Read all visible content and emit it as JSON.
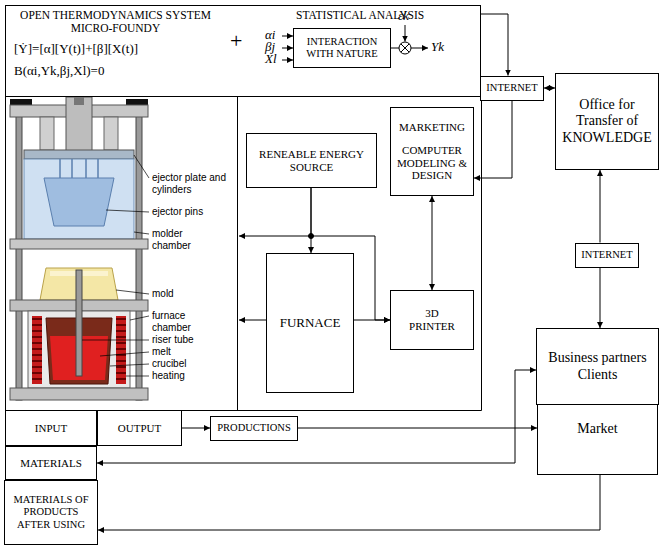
{
  "diagram": {
    "nodes": [
      {
        "text": [
          "OPEN THERMODYNAMICS SYSTEM MICRO-FOUNDY",
          "[Ẏ]=[α][Y(t)]+[β][X(t)]",
          "B(αi,Yk,βj,Xl)=0",
          "+",
          "STATISTICAL ANALYSIS"
        ]
      },
      {
        "text": [
          "INTERACTION WITH NATURE"
        ],
        "in": 0
      },
      {
        "text": [
          "INTERNET"
        ]
      },
      {
        "text": [
          "Office for Transfer of KNOWLEDGE"
        ]
      },
      {
        "text": [
          "RENEABLE ENERGY SOURCE"
        ]
      },
      {
        "text": [
          "MARKETING",
          "COMPUTER MODELING & DESIGN"
        ]
      },
      {
        "text": [
          "FURNACE"
        ]
      },
      {
        "text": [
          "3D PRINTER"
        ]
      },
      {
        "text": [
          "INTERNET"
        ]
      },
      {
        "text": [
          "Business partners Clients"
        ]
      },
      {
        "text": [
          "INPUT"
        ]
      },
      {
        "text": [
          "OUTPUT"
        ]
      },
      {
        "text": [
          "PRODUCTIONS"
        ]
      },
      {
        "text": [
          "Market"
        ]
      },
      {
        "text": [
          "MATERIALS"
        ]
      },
      {
        "text": [
          "MATERIALS OF PRODUCTS AFTER USING"
        ]
      }
    ],
    "edges": [
      {
        "from": 0,
        "to": 2,
        "arrow": "to"
      },
      {
        "from": 2,
        "to": 3,
        "arrow": "both"
      },
      {
        "from": 2,
        "to": 5,
        "arrow": "to"
      },
      {
        "from": 4,
        "to": 6,
        "arrow": "to"
      },
      {
        "from": 4,
        "to": 7,
        "arrow": "to"
      },
      {
        "from": 5,
        "to": 7,
        "arrow": "both"
      },
      {
        "from": 6,
        "to": 7,
        "arrow": "to"
      },
      {
        "from": 8,
        "to": 3,
        "arrow": "to"
      },
      {
        "from": 8,
        "to": 9,
        "arrow": "to"
      },
      {
        "from": 11,
        "to": 12,
        "arrow": "to"
      },
      {
        "from": 12,
        "to": 13,
        "arrow": "to"
      },
      {
        "from": 14,
        "to": 9,
        "arrow": "both"
      },
      {
        "from": 13,
        "to": 15,
        "arrow": "to"
      }
    ],
    "labels": [
      "αi",
      "βj",
      "Xl",
      "εk",
      "Yk",
      "ejector plate and cylinders",
      "ejector pins",
      "molder chamber",
      "mold",
      "furnace chamber",
      "riser tube",
      "melt",
      "crucibel",
      "heating"
    ]
  }
}
